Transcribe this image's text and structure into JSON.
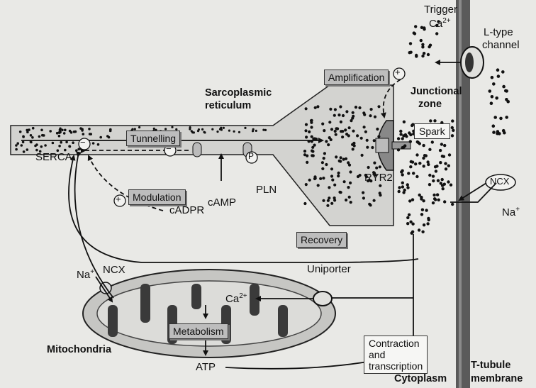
{
  "labels": {
    "trigger": "Trigger",
    "ca_top": "Ca",
    "ca_top_sup": "2+",
    "ltype_1": "L-type",
    "ltype_2": "channel",
    "sr_1": "Sarcoplasmic",
    "sr_2": "reticulum",
    "junctional_1": "Junctional",
    "junctional_2": "zone",
    "serca": "SERCA",
    "pln": "PLN",
    "camp": "cAMP",
    "cadpr": "cADPR",
    "ryr2": "RYR2",
    "ncx_right": "NCX",
    "na_right": "Na",
    "na_right_sup": "+",
    "na_left": "Na",
    "na_left_sup": "+",
    "ncx_left": "NCX",
    "uniporter": "Uniporter",
    "ca_mito": "Ca",
    "ca_mito_sup": "2+",
    "mitochondria": "Mitochondria",
    "atp": "ATP",
    "cytoplasm": "Cytoplasm",
    "ttubule_1": "T-tubule",
    "ttubule_2": "membrane"
  },
  "boxes": {
    "amplification": "Amplification",
    "tunnelling": "Tunnelling",
    "modulation": "Modulation",
    "recovery": "Recovery",
    "metabolism": "Metabolism",
    "spark": "Spark",
    "contraction_1": "Contraction",
    "contraction_2": "and",
    "contraction_3": "transcription"
  },
  "signs": {
    "plus_amp": "+",
    "plus_cadpr": "+",
    "minus_serca": "−",
    "minus_mod": "−",
    "p_pln": "P"
  }
}
